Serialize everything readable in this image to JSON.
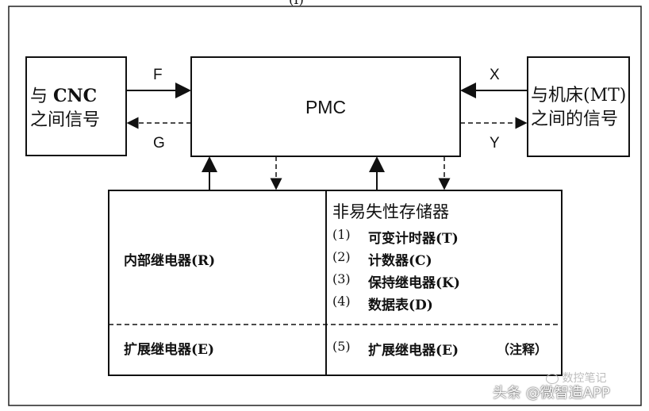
{
  "top_fragment": "(I)",
  "left_box": {
    "line1_cn": "与 ",
    "line1_en": "CNC",
    "line2": "之间信号"
  },
  "right_box": {
    "line1": "与机床(MT)",
    "line2": "之间的信号"
  },
  "center_box": {
    "label": "PMC"
  },
  "signals": {
    "F": "F",
    "G": "G",
    "X": "X",
    "Y": "Y"
  },
  "bottom_left": {
    "relay": "内部继电器(R)",
    "ext_relay": "扩展继电器(E)"
  },
  "bottom_right": {
    "title": "非易失性存储器",
    "items": [
      {
        "num": "(1)",
        "label": "可变计时器(T)"
      },
      {
        "num": "(2)",
        "label": "计数器(C)"
      },
      {
        "num": "(3)",
        "label": "保持继电器(K)"
      },
      {
        "num": "(4)",
        "label": "数据表(D)"
      }
    ],
    "ext": {
      "num": "(5)",
      "label": "扩展继电器(E)",
      "note": "（注释）"
    }
  },
  "watermark": {
    "text1": "数控笔记",
    "text2": "头条 @微智造APP"
  }
}
